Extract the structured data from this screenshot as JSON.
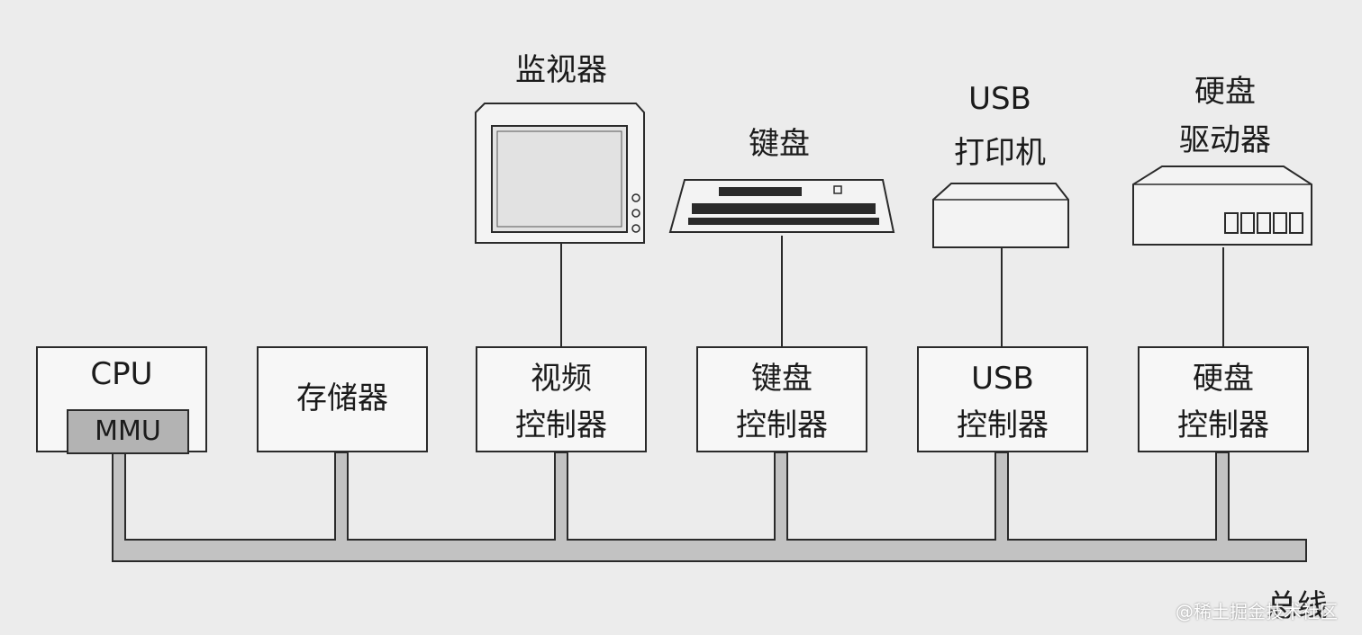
{
  "diagram": {
    "bus_label": "总线",
    "watermark": "@稀土掘金技术社区",
    "cpu": {
      "label": "CPU",
      "mmu_label": "MMU"
    },
    "memory": {
      "label": "存储器"
    },
    "controllers": [
      {
        "line1": "视频",
        "line2": "控制器"
      },
      {
        "line1": "键盘",
        "line2": "控制器"
      },
      {
        "line1": "USB",
        "line2": "控制器"
      },
      {
        "line1": "硬盘",
        "line2": "控制器"
      }
    ],
    "devices": [
      {
        "lines": [
          "监视器"
        ]
      },
      {
        "lines": [
          "键盘"
        ]
      },
      {
        "lines": [
          "USB",
          "打印机"
        ]
      },
      {
        "lines": [
          "硬盘",
          "驱动器"
        ]
      }
    ],
    "colors": {
      "background": "#ececec",
      "bus_fill": "#c2c2c2",
      "mmu_fill": "#b3b3b3",
      "stroke": "#2a2a2a"
    }
  }
}
